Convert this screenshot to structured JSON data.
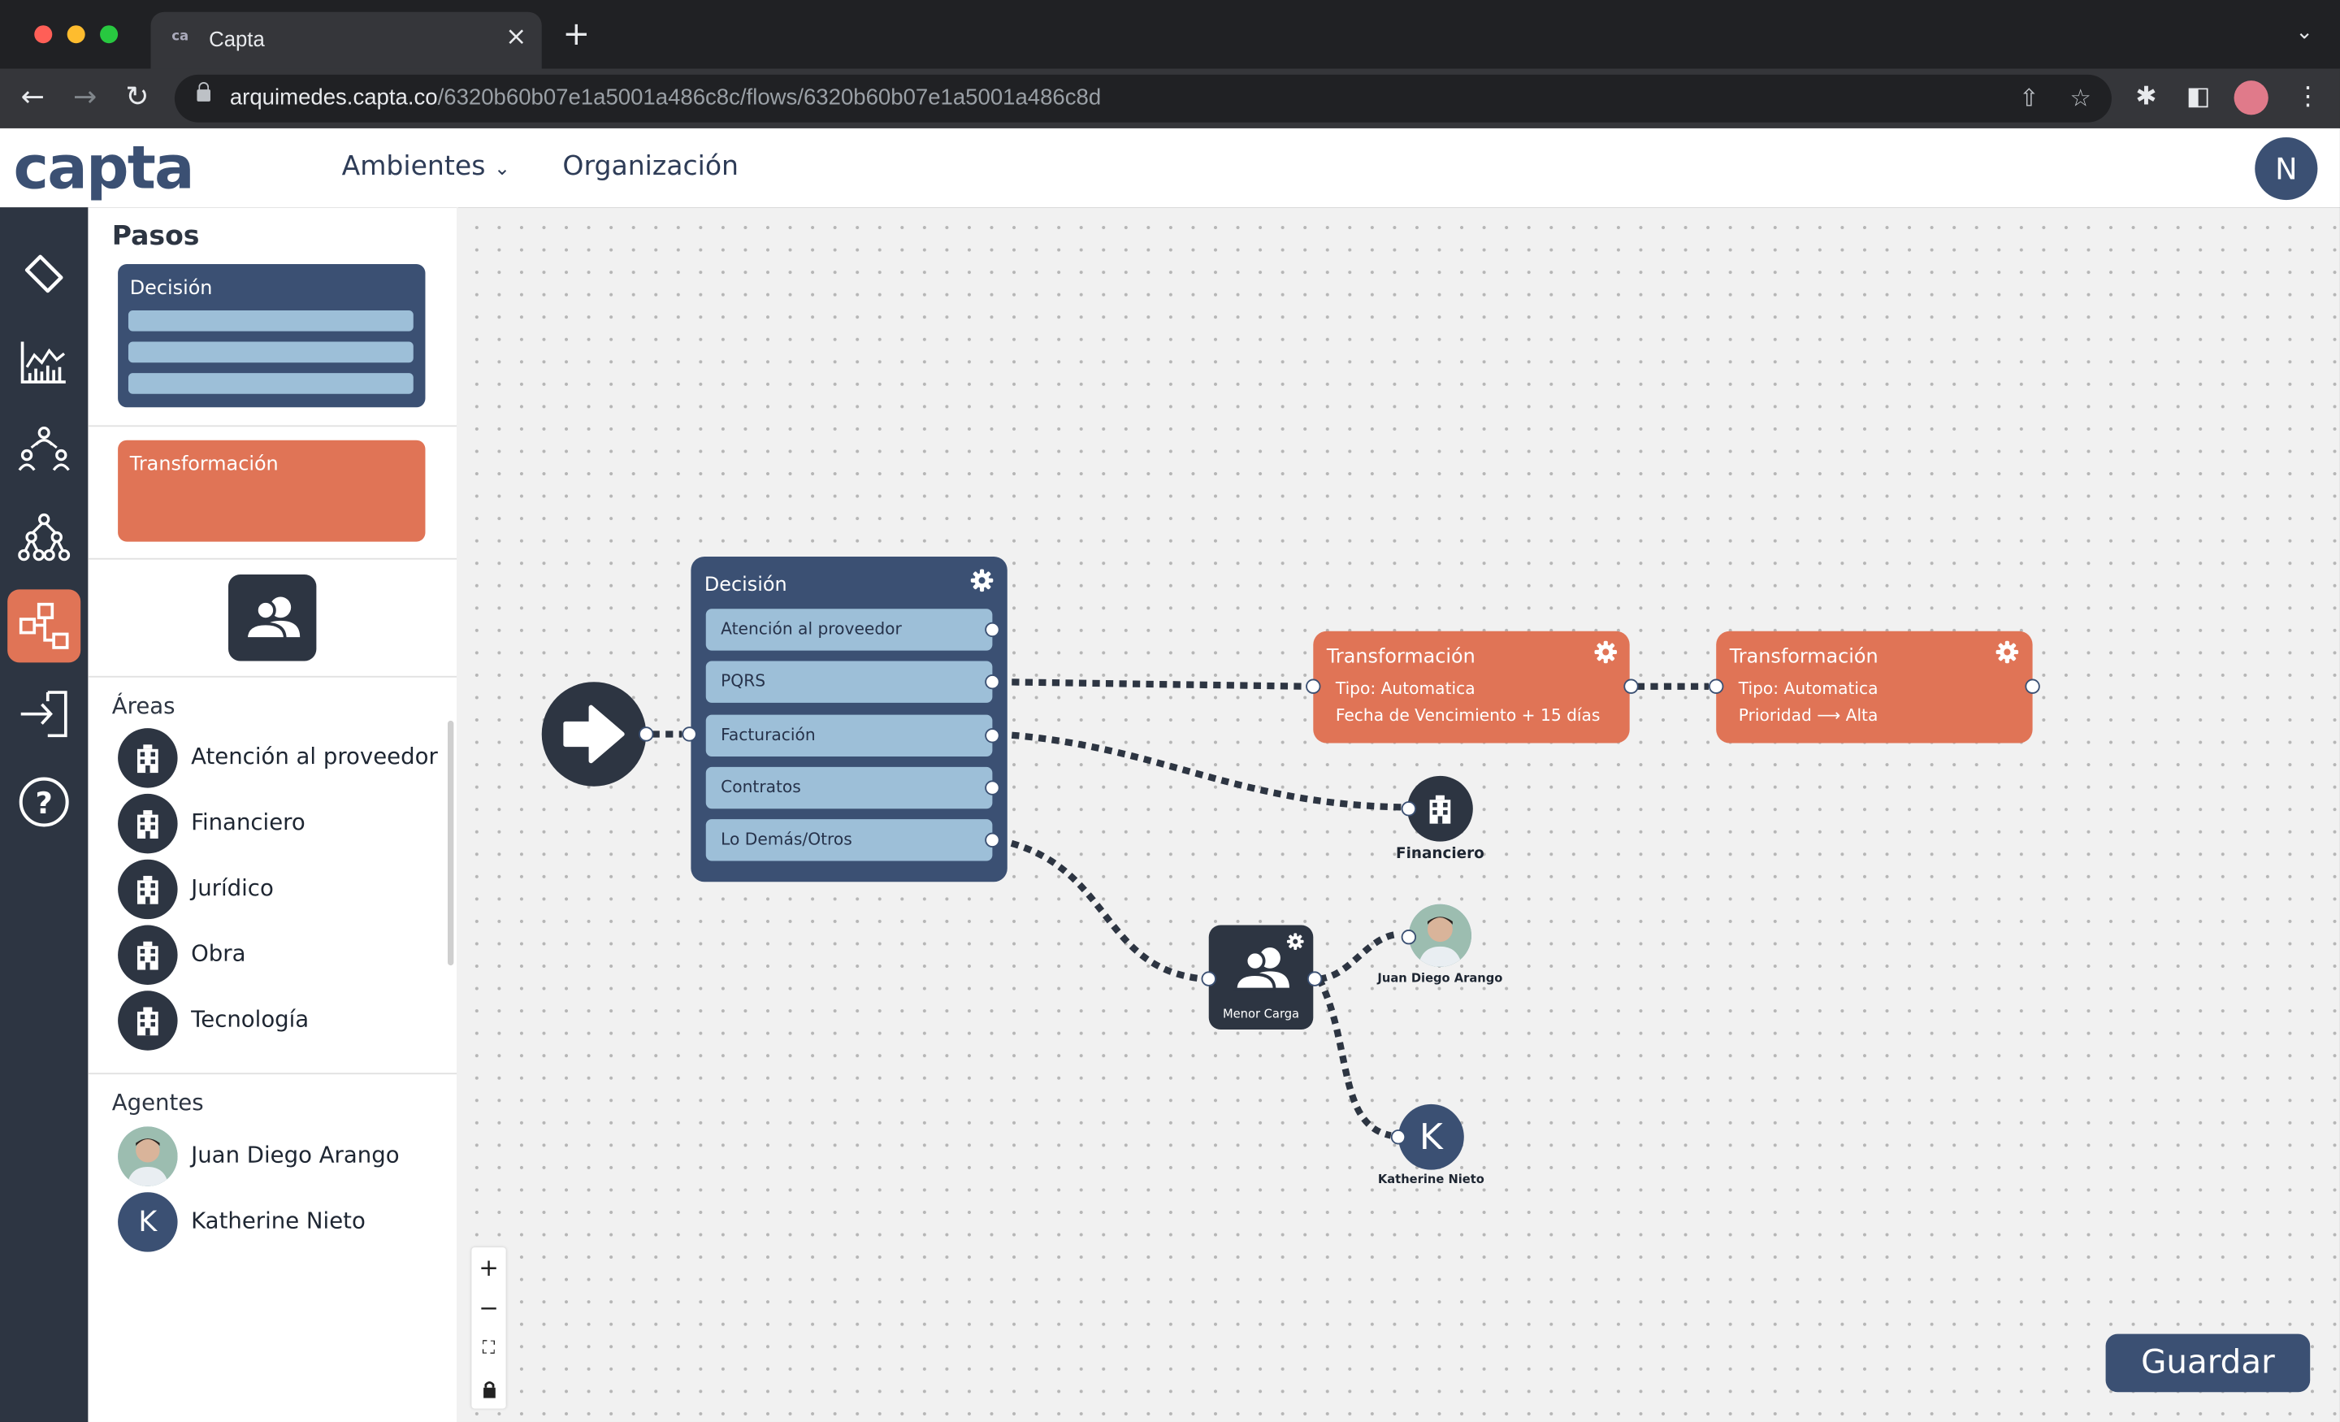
{
  "browser": {
    "tab_title": "Capta",
    "tab_favicon": "ca",
    "url_host": "arquimedes.capta.co",
    "url_path": "/6320b60b07e1a5001a486c8c/flows/6320b60b07e1a5001a486c8d"
  },
  "app": {
    "logo": "capta",
    "nav": [
      {
        "label": "Ambientes"
      },
      {
        "label": "Organización"
      }
    ],
    "user_initial": "N",
    "accent_color": "#e07456",
    "primary_color": "#3b5073"
  },
  "sidebar": {
    "pasos_title": "Pasos",
    "decision_card": "Decisión",
    "transform_card": "Transformación",
    "areas_title": "Áreas",
    "areas": [
      {
        "label": "Atención al proveedor"
      },
      {
        "label": "Financiero"
      },
      {
        "label": "Jurídico"
      },
      {
        "label": "Obra"
      },
      {
        "label": "Tecnología"
      }
    ],
    "agents_title": "Agentes",
    "agents": [
      {
        "label": "Juan Diego Arango"
      },
      {
        "label": "Katherine Nieto",
        "initial": "K"
      }
    ]
  },
  "flow": {
    "decision": {
      "title": "Decisión",
      "options": [
        {
          "label": "Atención al proveedor"
        },
        {
          "label": "PQRS"
        },
        {
          "label": "Facturación"
        },
        {
          "label": "Contratos"
        },
        {
          "label": "Lo Demás/Otros"
        }
      ]
    },
    "transform1": {
      "title": "Transformación",
      "line1": "Tipo: Automatica",
      "line2": "Fecha de Vencimiento + 15 días"
    },
    "transform2": {
      "title": "Transformación",
      "line1": "Tipo: Automatica",
      "line2": "Prioridad ⟶ Alta"
    },
    "area_financiero": "Financiero",
    "balancer_label": "Menor Carga",
    "agent1_label": "Juan Diego Arango",
    "agent2_label": "Katherine Nieto",
    "agent2_initial": "K"
  },
  "zoom_controls": {
    "plus": "+",
    "minus": "−"
  },
  "save_button": "Guardar"
}
